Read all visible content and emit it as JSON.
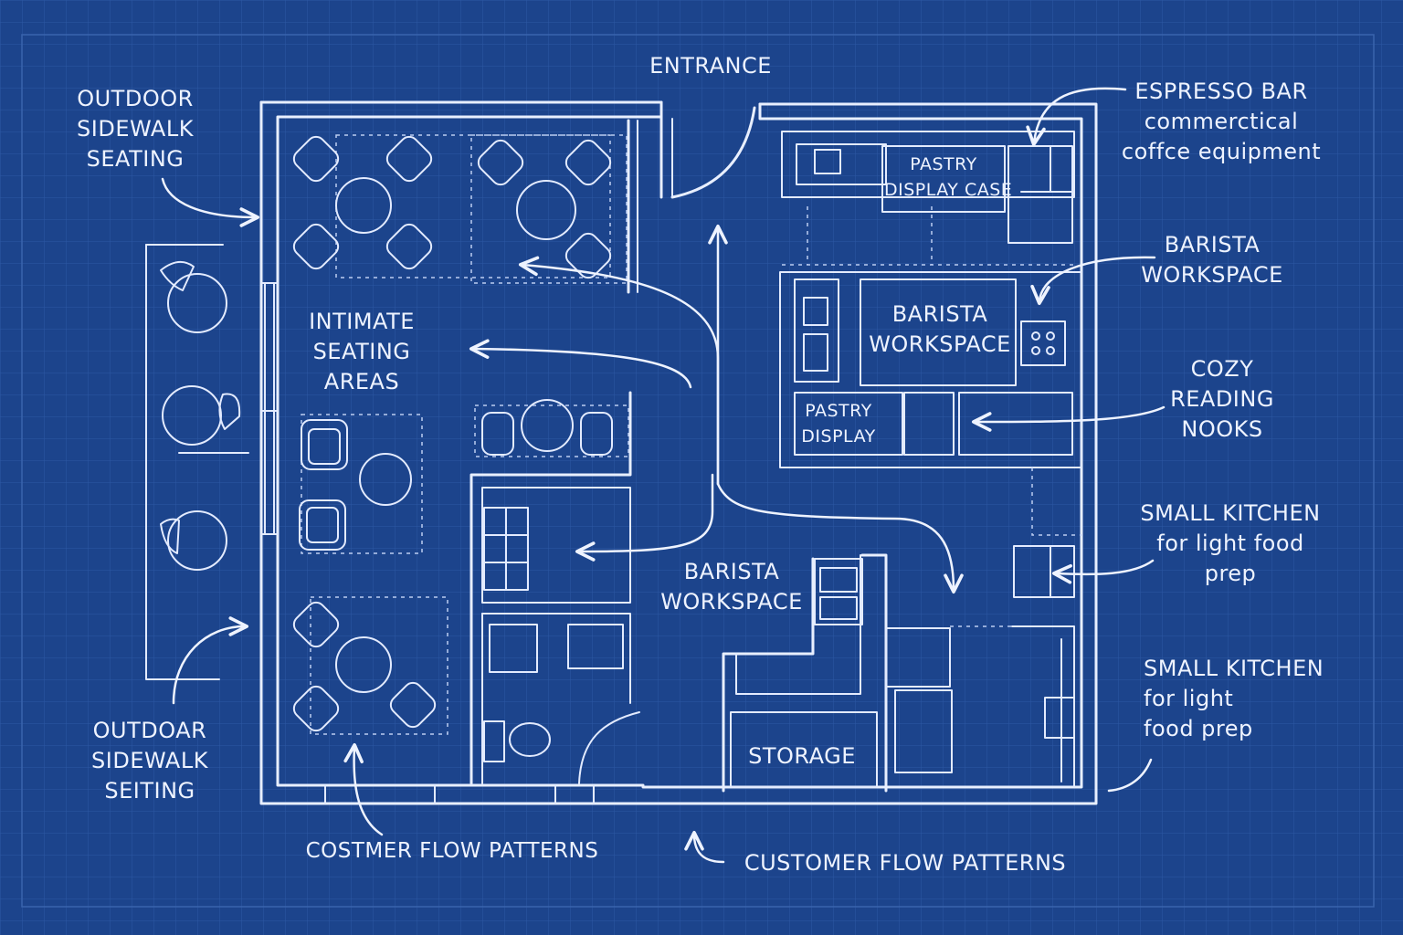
{
  "colors": {
    "background": "#1c448c",
    "grid": "#2b55a0",
    "line": "#e8efff"
  },
  "labels": {
    "entrance": [
      "ENTRANCE"
    ],
    "outdoor_top": [
      "OUTDOOR",
      "SIDEWALK",
      "SEATING"
    ],
    "outdoor_bottom": [
      "OUTDOAR",
      "SIDEWALK",
      "SEITING"
    ],
    "intimate_seating": [
      "INTIMATE",
      "SEATING",
      "AREAS"
    ],
    "espresso_bar": [
      "ESPRESSO BAR",
      "commerctical",
      "coffce equipment"
    ],
    "barista_right": [
      "BARISTA",
      "WORKSPACE"
    ],
    "cozy_nooks": [
      "COZY",
      "READING",
      "NOOKS"
    ],
    "kitchen_1": [
      "SMALL KITCHEN",
      "for light food",
      "prep"
    ],
    "kitchen_2": [
      "SMALL KITCHEN",
      "for light",
      "food prep"
    ],
    "pastry_case": [
      "PASTRY",
      "DISPLAY CASE"
    ],
    "barista_inner": [
      "BARISTA",
      "WORKSPACE"
    ],
    "pastry_display": [
      "PASTRY",
      "DISPLAY"
    ],
    "barista_center": [
      "BARISTA",
      "WORKSPACE"
    ],
    "storage": [
      "STORAGE"
    ],
    "flow_left": [
      "COSTMER FLOW PATTERNS"
    ],
    "flow_right": [
      "CUSTOMER FLOW PATTERNS"
    ]
  }
}
